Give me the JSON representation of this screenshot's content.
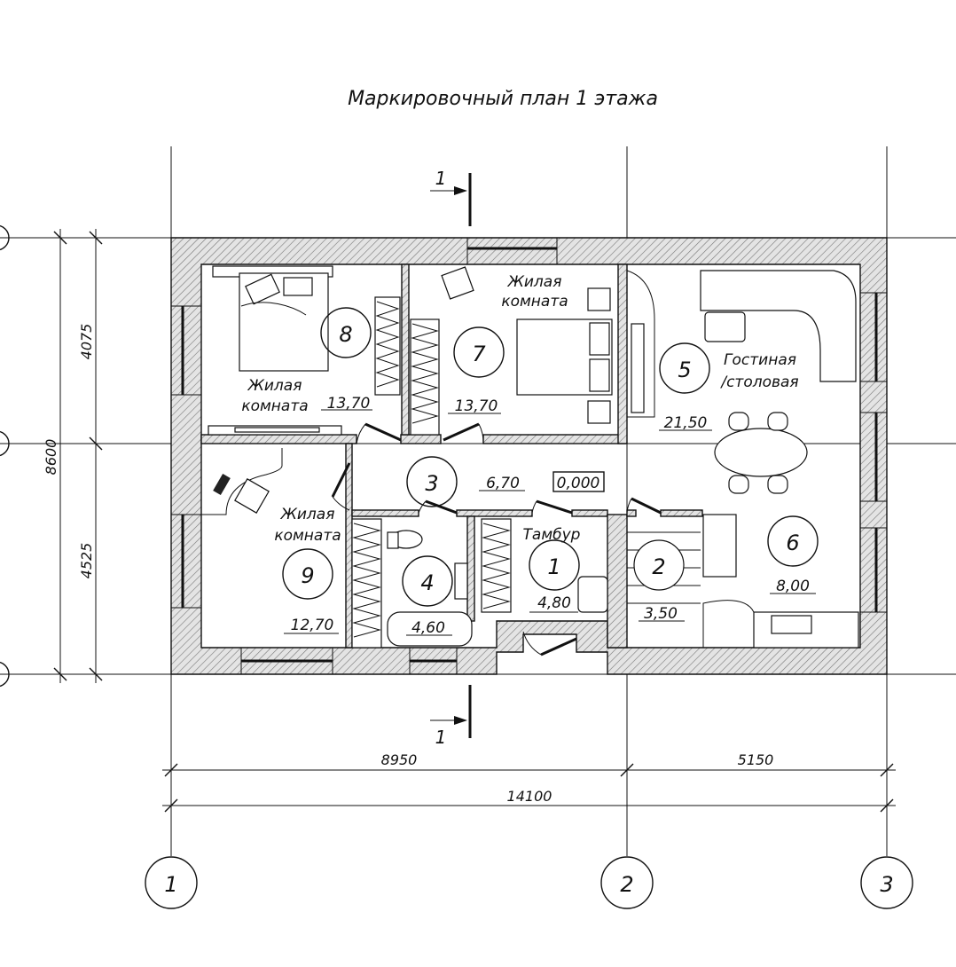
{
  "title": "Маркировочный план 1 этажа",
  "section_mark": "1",
  "level_mark": "0,000",
  "axes": {
    "vertical": [
      "1",
      "2",
      "3"
    ]
  },
  "dimensions": {
    "horizontal": {
      "span_1_2": "8950",
      "span_2_3": "5150",
      "total": "14100"
    },
    "vertical": {
      "upper": "4075",
      "lower": "4525",
      "total": "8600"
    }
  },
  "rooms": [
    {
      "number": "8",
      "name_line1": "Жилая",
      "name_line2": "комната",
      "area": "13,70"
    },
    {
      "number": "7",
      "name_line1": "Жилая",
      "name_line2": "комната",
      "area": "13,70"
    },
    {
      "number": "5",
      "name_line1": "Гостиная",
      "name_line2": "/столовая",
      "area": "21,50"
    },
    {
      "number": "3",
      "area": "6,70"
    },
    {
      "number": "9",
      "name_line1": "Жилая",
      "name_line2": "комната",
      "area": "12,70"
    },
    {
      "number": "4",
      "area": "4,60"
    },
    {
      "number": "1",
      "name_line1": "Тамбур",
      "area": "4,80"
    },
    {
      "number": "2",
      "area": "3,50"
    },
    {
      "number": "6",
      "area": "8,00"
    }
  ]
}
